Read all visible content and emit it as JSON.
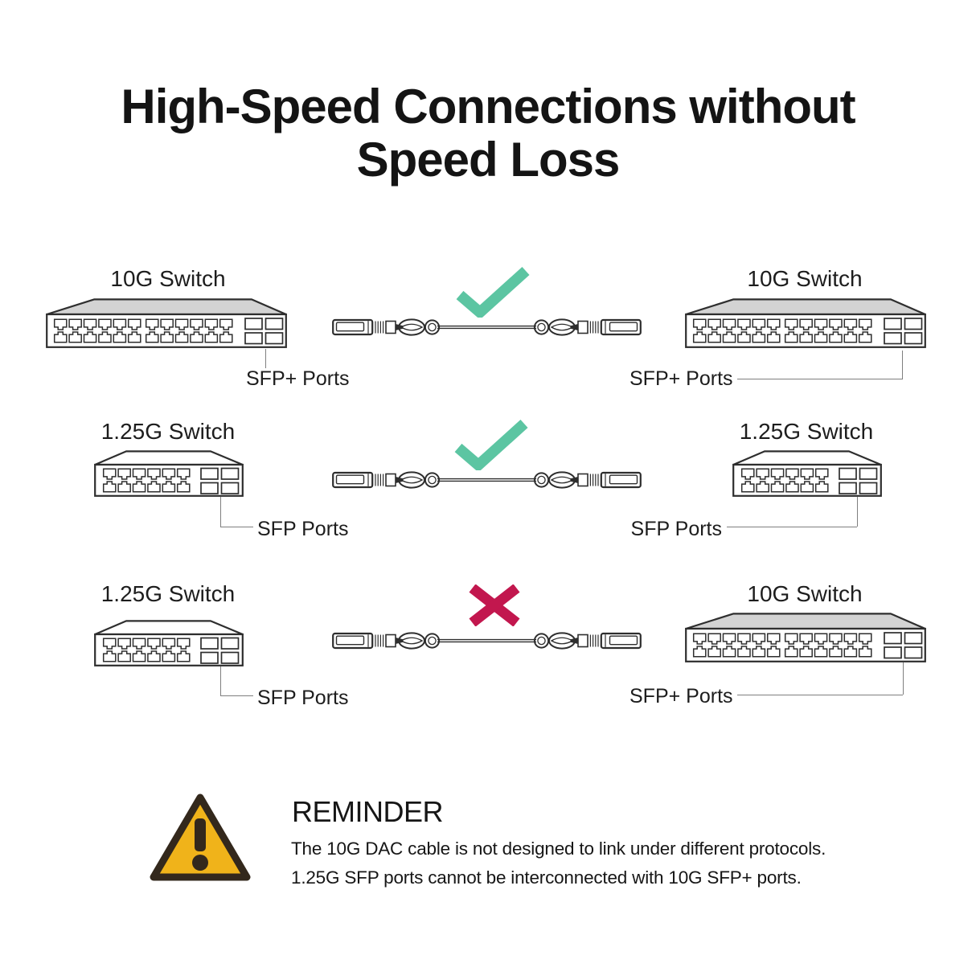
{
  "title": {
    "line1": "High-Speed Connections without",
    "line2": "Speed Loss"
  },
  "rows": [
    {
      "left": {
        "switch_label": "10G Switch",
        "ports_label": "SFP+ Ports",
        "switch_type": "10G"
      },
      "right": {
        "switch_label": "10G Switch",
        "ports_label": "SFP+ Ports",
        "switch_type": "10G"
      },
      "status": "compatible",
      "status_icon": "check-icon"
    },
    {
      "left": {
        "switch_label": "1.25G Switch",
        "ports_label": "SFP Ports",
        "switch_type": "1.25G"
      },
      "right": {
        "switch_label": "1.25G Switch",
        "ports_label": "SFP Ports",
        "switch_type": "1.25G"
      },
      "status": "compatible",
      "status_icon": "check-icon"
    },
    {
      "left": {
        "switch_label": "1.25G Switch",
        "ports_label": "SFP Ports",
        "switch_type": "1.25G"
      },
      "right": {
        "switch_label": "10G Switch",
        "ports_label": "SFP+ Ports",
        "switch_type": "10G"
      },
      "status": "incompatible",
      "status_icon": "cross-icon"
    }
  ],
  "reminder": {
    "heading": "REMINDER",
    "line1": "The 10G DAC cable is not designed to link under different protocols.",
    "line2": "1.25G SFP ports cannot be interconnected with 10G SFP+ ports."
  },
  "icons": {
    "check": "check-icon",
    "cross": "cross-icon",
    "warning": "warning-triangle-icon"
  },
  "colors": {
    "outline": "#2e2e2e",
    "roof_gray": "#d3d3d3",
    "check_green": "#5cc5a2",
    "cross_red": "#c2174e",
    "warning_yellow": "#f0b31a",
    "warning_border": "#33281c"
  }
}
